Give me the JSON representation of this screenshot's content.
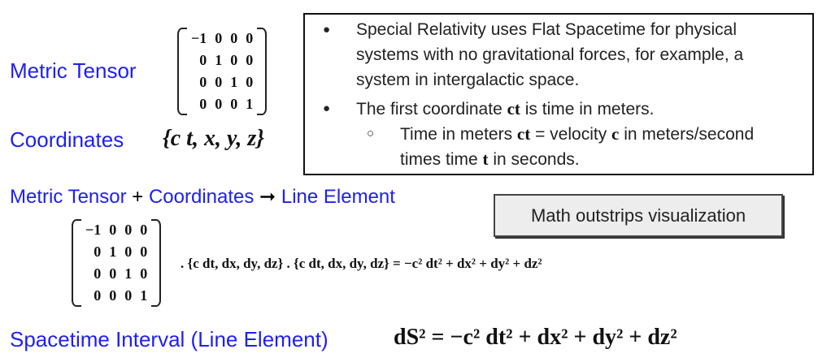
{
  "metric_label": "Metric Tensor",
  "metric_matrix": [
    [
      "−1",
      "0",
      "0",
      "0"
    ],
    [
      "0",
      "1",
      "0",
      "0"
    ],
    [
      "0",
      "0",
      "1",
      "0"
    ],
    [
      "0",
      "0",
      "0",
      "1"
    ]
  ],
  "coordinates_label": "Coordinates",
  "coordinates_value": "{c t, x, y, z}",
  "box": {
    "b1_line1": "Special Relativity uses Flat Spacetime for physical",
    "b1_line2": "systems with no gravitational forces, for example, a",
    "b1_line3": "system in intergalactic space.",
    "b2_pre": "The first coordinate ",
    "b2_bold": "ct",
    "b2_post": " is time in meters.",
    "s1_pre": "Time in meters ",
    "s1_bold1": "ct",
    "s1_mid": " = velocity ",
    "s1_bold2": "c",
    "s1_post": " in meters/second",
    "s1_line2_pre": "times time ",
    "s1_line2_bold": "t",
    "s1_line2_post": " in seconds."
  },
  "combo": {
    "metric": "Metric Tensor",
    "plus": " + ",
    "coords": "Coordinates",
    "arrow": " ➞ ",
    "line": "Line Element"
  },
  "callout": "Math outstrips visualization",
  "product_expression": ". {c dt, dx, dy, dz} . {c dt, dx, dy, dz}  =  −c² dt² + dx² + dy² + dz²",
  "interval_label": "Spacetime Interval (Line Element)",
  "interval_equation": "dS² = −c² dt² + dx² + dy² + dz²"
}
